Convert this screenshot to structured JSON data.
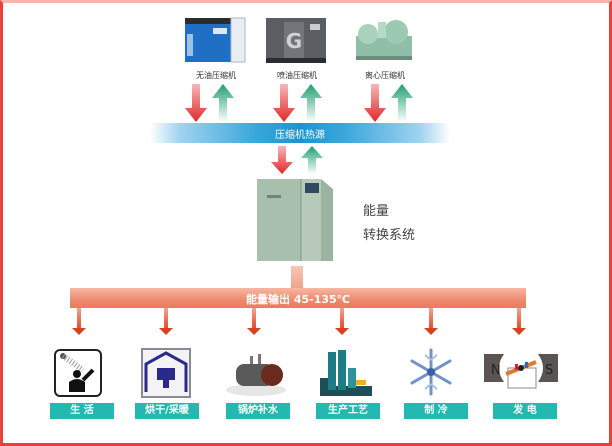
{
  "compressors": [
    {
      "label": "无油压缩机",
      "icon": "oil-free-compressor-icon"
    },
    {
      "label": "喷油压缩机",
      "icon": "oil-injected-compressor-icon"
    },
    {
      "label": "离心压缩机",
      "icon": "centrifugal-compressor-icon"
    }
  ],
  "heat_source_label": "压缩机热源",
  "system_label": {
    "line1": "能量",
    "line2": "转换系统"
  },
  "output_label": "能量输出 45-135℃",
  "applications": [
    {
      "label": "生 活",
      "icon": "shower-icon"
    },
    {
      "label": "烘干/采暖",
      "icon": "heating-house-icon"
    },
    {
      "label": "锅炉补水",
      "icon": "boiler-icon"
    },
    {
      "label": "生产工艺",
      "icon": "industrial-plant-icon"
    },
    {
      "label": "制 冷",
      "icon": "snowflake-icon"
    },
    {
      "label": "发 电",
      "icon": "generator-magnet-icon"
    }
  ],
  "colors": {
    "frame": "#e8413a",
    "heat_arrow": "#e23a3a",
    "return_arrow": "#2aa57a",
    "band": "#1d94d2",
    "tag": "#23b9b1",
    "output": "#ea7a5c"
  }
}
